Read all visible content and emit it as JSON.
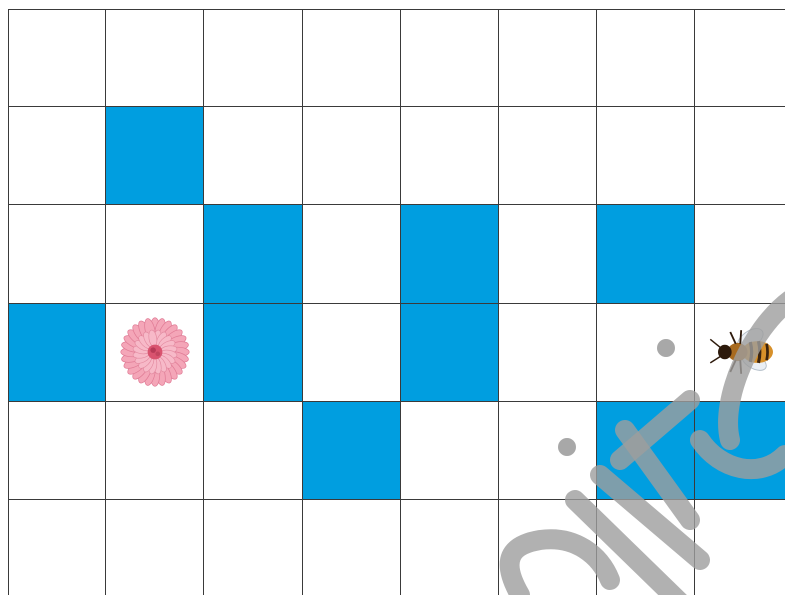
{
  "grid": {
    "rows": 6,
    "cols": 8,
    "blocked_color": "#009ee0",
    "line_color": "#3a3a3a",
    "blocked_cells": [
      [
        1,
        1
      ],
      [
        2,
        2
      ],
      [
        2,
        4
      ],
      [
        2,
        6
      ],
      [
        3,
        0
      ],
      [
        3,
        2
      ],
      [
        3,
        4
      ],
      [
        4,
        3
      ],
      [
        4,
        6
      ],
      [
        4,
        7
      ]
    ]
  },
  "pieces": {
    "flower": {
      "row": 3,
      "col": 1,
      "icon": "pink-flower-icon"
    },
    "bee": {
      "row": 3,
      "col": 7,
      "icon": "honeybee-icon"
    }
  },
  "watermark": {
    "icon": "editions-watermark-logo",
    "color": "#9e9e9e"
  }
}
